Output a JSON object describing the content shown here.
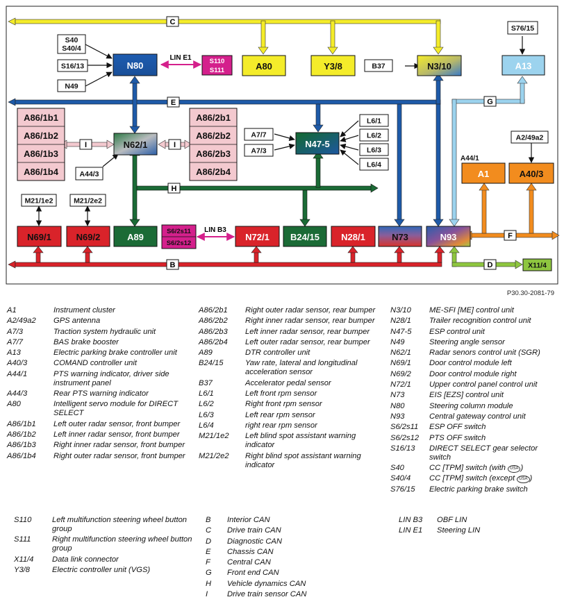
{
  "diagram": {
    "buses": {
      "C": "C",
      "E": "E",
      "G": "G",
      "H": "H",
      "F": "F",
      "B": "B",
      "D": "D",
      "I": "I",
      "lin_e1": "LIN E1",
      "lin_b3": "LIN B3"
    },
    "nodes": {
      "S40": "S40",
      "S40_4": "S40/4",
      "S16_13": "S16/13",
      "N49": "N49",
      "N80": "N80",
      "S110": "S110",
      "S111": "S111",
      "A80": "A80",
      "Y3_8": "Y3/8",
      "B37": "B37",
      "N3_10": "N3/10",
      "S76_15": "S76/15",
      "A13": "A13",
      "A86_1b1": "A86/1b1",
      "A86_1b2": "A86/1b2",
      "A86_1b3": "A86/1b3",
      "A86_1b4": "A86/1b4",
      "N62_1": "N62/1",
      "A44_3": "A44/3",
      "A86_2b1": "A86/2b1",
      "A86_2b2": "A86/2b2",
      "A86_2b3": "A86/2b3",
      "A86_2b4": "A86/2b4",
      "A7_7": "A7/7",
      "A7_3": "A7/3",
      "N47_5": "N47-5",
      "L6_1": "L6/1",
      "L6_2": "L6/2",
      "L6_3": "L6/3",
      "L6_4": "L6/4",
      "A2_49a2": "A2/49a2",
      "A44_1": "A44/1",
      "A1": "A1",
      "A40_3": "A40/3",
      "M21_1e2": "M21/1e2",
      "M21_2e2": "M21/2e2",
      "N69_1": "N69/1",
      "N69_2": "N69/2",
      "A89": "A89",
      "S6_2s11": "S6/2s11",
      "S6_2s12": "S6/2s12",
      "N72_1": "N72/1",
      "B24_15": "B24/15",
      "N28_1": "N28/1",
      "N73": "N73",
      "N93": "N93",
      "X11_4": "X11/4"
    },
    "colors": {
      "drive_train_can": "#f4ec2a",
      "interior_can": "#d9232a",
      "chassis_can": "#1e5aa8",
      "front_end_can": "#9cd3ee",
      "central_can": "#f28c1e",
      "diagnostic_can": "#8ec63f",
      "vehicle_dynamics_can": "#1b6b36",
      "lin": "#d4208c",
      "sensor_can": "#f3c9cf"
    }
  },
  "ref": "P30.30-2081-79",
  "legend_col1": [
    {
      "k": "A1",
      "v": "Instrument cluster"
    },
    {
      "k": "A2/49a2",
      "v": "GPS antenna"
    },
    {
      "k": "A7/3",
      "v": "Traction system hydraulic unit"
    },
    {
      "k": "A7/7",
      "v": "BAS brake booster"
    },
    {
      "k": "A13",
      "v": "Electric parking brake controller unit"
    },
    {
      "k": "A40/3",
      "v": "COMAND controller unit"
    },
    {
      "k": "A44/1",
      "v": "PTS warning indicator, driver side instrument panel"
    },
    {
      "k": "A44/3",
      "v": "Rear PTS warning indicator"
    },
    {
      "k": "A80",
      "v": "Intelligent servo module for DIRECT SELECT"
    },
    {
      "k": "A86/1b1",
      "v": "Left outer radar sensor, front bumper"
    },
    {
      "k": "A86/1b2",
      "v": "Left inner radar sensor, front bumper"
    },
    {
      "k": "A86/1b3",
      "v": "Right inner radar sensor, front bumper"
    },
    {
      "k": "A86/1b4",
      "v": "Right outer radar sensor, front bumper"
    }
  ],
  "legend_col2": [
    {
      "k": "A86/2b1",
      "v": "Right outer radar sensor, rear bumper"
    },
    {
      "k": "A86/2b2",
      "v": "Right inner radar sensor, rear bumper"
    },
    {
      "k": "A86/2b3",
      "v": "Left inner radar sensor, rear bumper"
    },
    {
      "k": "A86/2b4",
      "v": "Left outer radar sensor, rear bumper"
    },
    {
      "k": "A89",
      "v": "DTR controller unit"
    },
    {
      "k": "B24/15",
      "v": "Yaw rate, lateral and longitudinal acceleration sensor"
    },
    {
      "k": "B37",
      "v": "Accelerator pedal sensor"
    },
    {
      "k": "L6/1",
      "v": "Left front rpm sensor"
    },
    {
      "k": "L6/2",
      "v": "Right front rpm sensor"
    },
    {
      "k": "L6/3",
      "v": "Left rear rpm sensor"
    },
    {
      "k": "L6/4",
      "v": "right rear rpm sensor"
    },
    {
      "k": "M21/1e2",
      "v": "Left blind spot assistant warning indicator"
    },
    {
      "k": "M21/2e2",
      "v": "Right blind spot assistant warning indicator"
    }
  ],
  "legend_col3": [
    {
      "k": "N3/10",
      "v": "ME-SFI [ME] control unit"
    },
    {
      "k": "N28/1",
      "v": "Trailer recognition control unit"
    },
    {
      "k": "N47-5",
      "v": "ESP control unit"
    },
    {
      "k": "N49",
      "v": "Steering angle sensor"
    },
    {
      "k": "N62/1",
      "v": "Radar senors control unit (SGR)"
    },
    {
      "k": "N69/1",
      "v": "Door control module left"
    },
    {
      "k": "N69/2",
      "v": "Door control module right"
    },
    {
      "k": "N72/1",
      "v": "Upper control panel control unit"
    },
    {
      "k": "N73",
      "v": "EIS [EZS] control unit"
    },
    {
      "k": "N80",
      "v": "Steering column module"
    },
    {
      "k": "N93",
      "v": "Central gateway control unit"
    },
    {
      "k": "S6/2s11",
      "v": "ESP OFF switch"
    },
    {
      "k": "S6/2s12",
      "v": "PTS OFF switch"
    },
    {
      "k": "S16/13",
      "v": "DIRECT SELECT gear selector switch"
    },
    {
      "k": "S40",
      "v": "CC [TPM] switch (with",
      "badge": "USA",
      "tail": ")"
    },
    {
      "k": "S40/4",
      "v": "CC [TPM] switch (except",
      "badge": "USA",
      "tail": ")"
    },
    {
      "k": "S76/15",
      "v": "Electric parking brake switch"
    }
  ],
  "legend_col4": [
    {
      "k": "S110",
      "v": "Left multifunction steering wheel button group"
    },
    {
      "k": "S111",
      "v": "Right multifunction steering wheel button group"
    },
    {
      "k": "X11/4",
      "v": "Data link connector"
    },
    {
      "k": "Y3/8",
      "v": "Electric controller unit (VGS)"
    }
  ],
  "legend_col5": [
    {
      "k": "B",
      "v": "Interior CAN"
    },
    {
      "k": "C",
      "v": "Drive train CAN"
    },
    {
      "k": "D",
      "v": "Diagnostic CAN"
    },
    {
      "k": "E",
      "v": "Chassis CAN"
    },
    {
      "k": "F",
      "v": "Central CAN"
    },
    {
      "k": "G",
      "v": "Front end CAN"
    },
    {
      "k": "H",
      "v": "Vehicle dynamics CAN"
    },
    {
      "k": "I",
      "v": "Drive train sensor CAN"
    }
  ],
  "legend_col6": [
    {
      "k": "LIN B3",
      "v": "OBF LIN"
    },
    {
      "k": "LIN E1",
      "v": "Steering LIN"
    }
  ]
}
